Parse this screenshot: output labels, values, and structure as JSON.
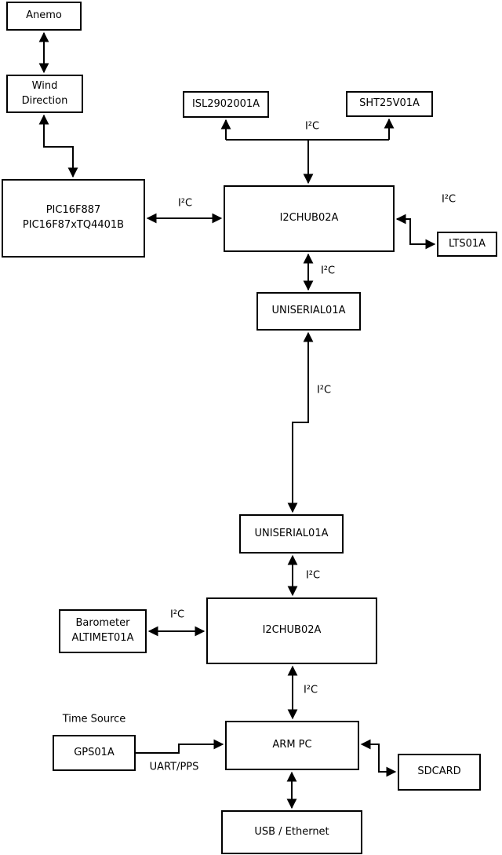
{
  "colors": {
    "line": "#000000",
    "background": "#ffffff",
    "text": "#000000"
  },
  "nodes": {
    "anemo": "Anemo",
    "wind_direction": "Wind\nDirection",
    "pic": "PIC16F887\nPIC16F87xTQ4401B",
    "isl": "ISL2902001A",
    "sht": "SHT25V01A",
    "i2chub_upper": "I2CHUB02A",
    "lts": "LTS01A",
    "uniserial_upper": "UNISERIAL01A",
    "uniserial_lower": "UNISERIAL01A",
    "barometer": "Barometer\nALTIMET01A",
    "i2chub_lower": "I2CHUB02A",
    "arm_pc": "ARM PC",
    "gps": "GPS01A",
    "sdcard": "SDCARD",
    "usb_ethernet": "USB / Ethernet"
  },
  "edge_labels": {
    "i2c": "I²C",
    "uart_pps": "UART/PPS",
    "time_source": "Time Source"
  }
}
